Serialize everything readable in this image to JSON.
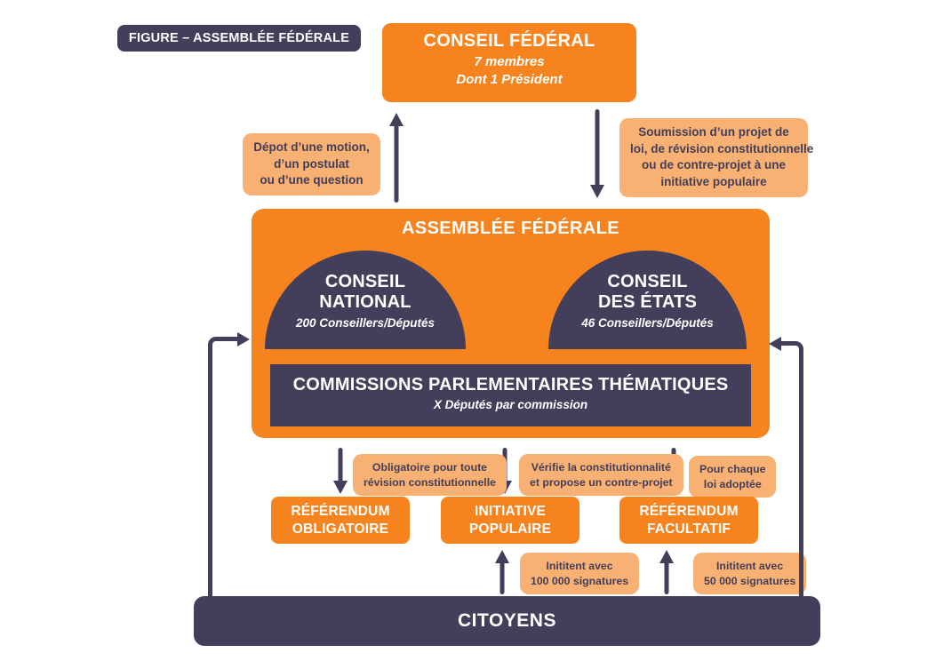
{
  "figure_label": "FIGURE – ASSEMBLÉE FÉDÉRALE",
  "colors": {
    "orange": "#F6831D",
    "peach": "#F8B172",
    "navy": "#433E59",
    "background": "#FFFFFF"
  },
  "conseil_federal": {
    "title": "CONSEIL FÉDÉRAL",
    "subtitle_line1": "7 membres",
    "subtitle_line2": "Dont 1 Président"
  },
  "annotations": {
    "motion": {
      "lines": [
        "Dépot d’une motion,",
        "d’un postulat",
        "ou d’une question"
      ]
    },
    "soumission": {
      "lines": [
        "Soumission d’un projet de",
        "loi, de révision constitutionnelle",
        "ou de contre-projet à une",
        "initiative populaire"
      ]
    }
  },
  "assemblee": {
    "title": "ASSEMBLÉE FÉDÉRALE",
    "conseil_national": {
      "line1": "CONSEIL",
      "line2": "NATIONAL",
      "subtitle": "200 Conseillers/Députés"
    },
    "conseil_des_etats": {
      "line1": "CONSEIL",
      "line2": "DES ÉTATS",
      "subtitle": "46 Conseillers/Députés"
    },
    "commissions": {
      "title": "COMMISSIONS PARLEMENTAIRES THÉMATIQUES",
      "subtitle": "X Députés par commission"
    }
  },
  "instruments": {
    "referendum_obligatoire": {
      "line1": "RÉFÉRENDUM",
      "line2": "OBLIGATOIRE",
      "condition": {
        "lines": [
          "Obligatoire pour toute",
          "révision constitutionnelle"
        ]
      }
    },
    "initiative_populaire": {
      "line1": "INITIATIVE",
      "line2": "POPULAIRE",
      "condition": {
        "lines": [
          "Vérifie la constitutionnalité",
          "et propose un contre-projet"
        ]
      },
      "citizens_action": {
        "lines": [
          "Inititent avec",
          "100 000 signatures"
        ]
      }
    },
    "referendum_facultatif": {
      "line1": "RÉFÉRENDUM",
      "line2": "FACULTATIF",
      "condition": {
        "lines": [
          "Pour chaque",
          "loi adoptée"
        ]
      },
      "citizens_action": {
        "lines": [
          "Inititent avec",
          "50 000 signatures"
        ]
      }
    }
  },
  "citoyens": {
    "title": "CITOYENS"
  }
}
